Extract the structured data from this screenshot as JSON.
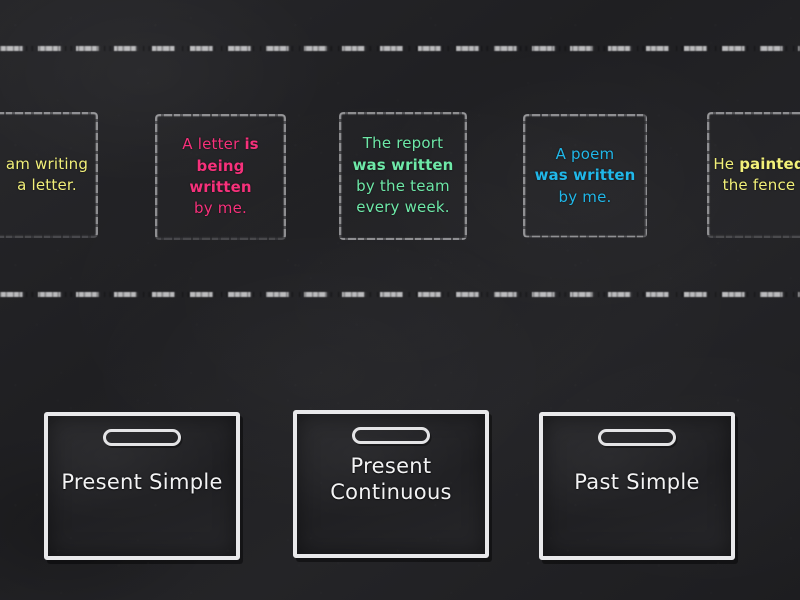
{
  "activity": {
    "type": "sorting-activity",
    "board_color": "#232326",
    "chalk_color": "#e9e9eb"
  },
  "dividers": [
    {
      "name": "top",
      "style": "dashed-chalk-line"
    },
    {
      "name": "middle",
      "style": "dashed-chalk-line"
    }
  ],
  "cards": [
    {
      "id": "card-0",
      "color": "#f2f07a",
      "clipped": "left",
      "line1": "am writing",
      "line2": "a letter.",
      "full_text": "I am writing a letter."
    },
    {
      "id": "card-1",
      "color": "#f6317b",
      "clipped": "none",
      "line1_pre": "A letter ",
      "line1_bold": "is",
      "line2_bold": "being written",
      "line3": "by me.",
      "full_text": "A letter is being written by me."
    },
    {
      "id": "card-2",
      "color": "#6ee8a8",
      "clipped": "none",
      "line1": "The report",
      "line2_bold": "was written",
      "line3": "by the team",
      "line4": "every week.",
      "full_text": "The report was written by the team every week."
    },
    {
      "id": "card-3",
      "color": "#21b7e8",
      "clipped": "none",
      "line1": "A poem",
      "line2_bold": "was written",
      "line3": "by me.",
      "full_text": "A poem was written by me."
    },
    {
      "id": "card-4",
      "color": "#f2f07a",
      "clipped": "right",
      "line1_pre": "He ",
      "line1_bold": "painted",
      "line2": "the fence",
      "full_text": "He painted the fence."
    }
  ],
  "bins": [
    {
      "id": "bin-0",
      "label": "Present Simple"
    },
    {
      "id": "bin-1",
      "label": "Present\nContinuous",
      "label_line1": "Present",
      "label_line2": "Continuous"
    },
    {
      "id": "bin-2",
      "label": "Past Simple"
    }
  ]
}
